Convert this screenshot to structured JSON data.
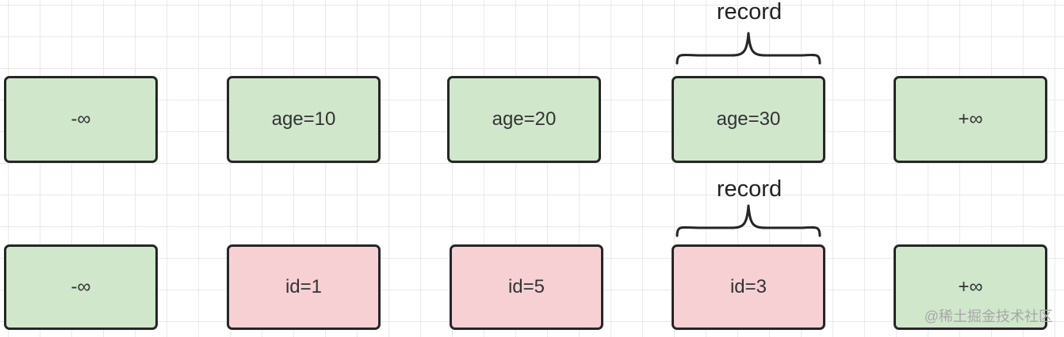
{
  "diagram": {
    "top_row": [
      {
        "label": "-∞",
        "color": "#d0e7cc"
      },
      {
        "label": "age=10",
        "color": "#d0e7cc"
      },
      {
        "label": "age=20",
        "color": "#d0e7cc"
      },
      {
        "label": "age=30",
        "color": "#d0e7cc"
      },
      {
        "label": "+∞",
        "color": "#d0e7cc"
      }
    ],
    "bottom_row": [
      {
        "label": "-∞",
        "color": "#d0e7cc"
      },
      {
        "label": "id=1",
        "color": "#f7d0d4"
      },
      {
        "label": "id=5",
        "color": "#f7d0d4"
      },
      {
        "label": "id=3",
        "color": "#f7d0d4"
      },
      {
        "label": "+∞",
        "color": "#d0e7cc"
      }
    ],
    "top_brace_label": "record",
    "bottom_brace_label": "record"
  },
  "watermark": "@稀土掘金技术社区"
}
